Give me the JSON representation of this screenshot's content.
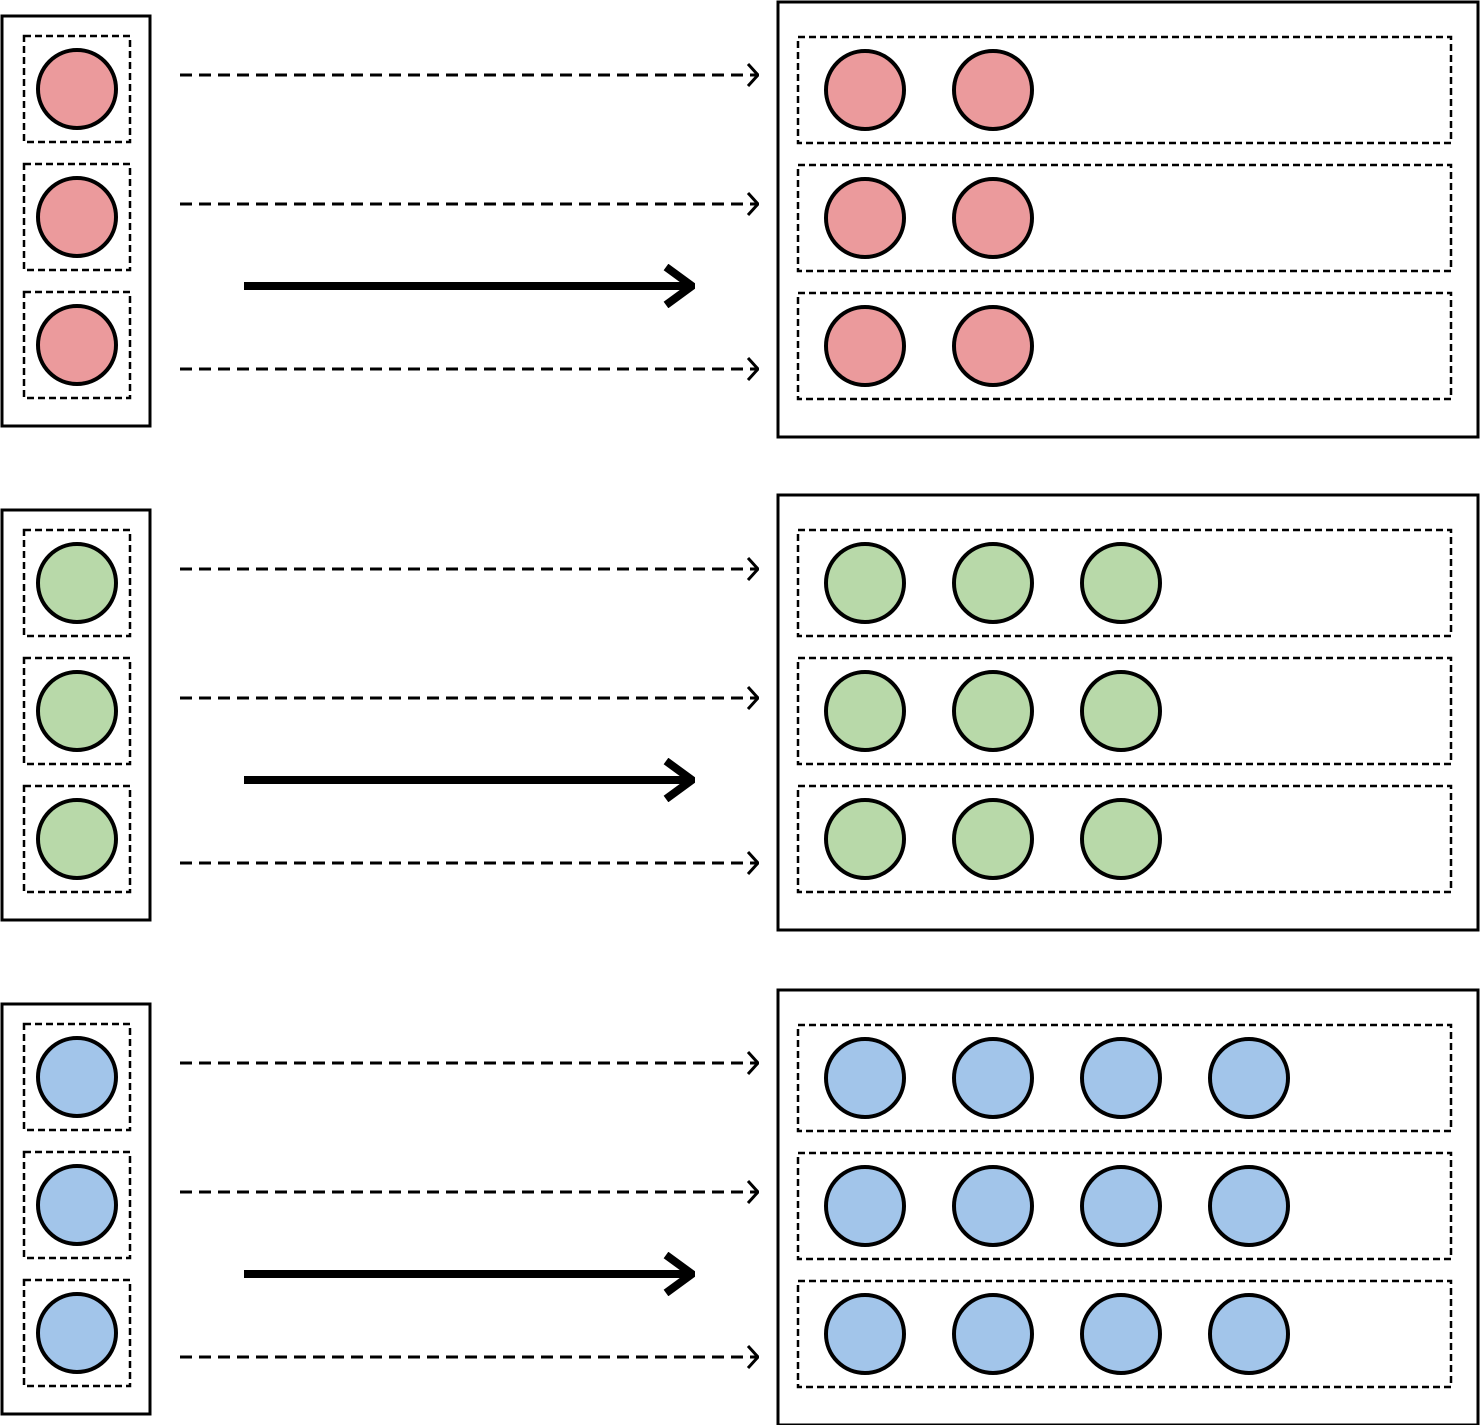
{
  "colors": {
    "stroke": "#000000",
    "background": "#ffffff"
  },
  "groups": [
    {
      "name": "red",
      "fill": "#eb9a9c",
      "rows": 3,
      "expanded_count": 2
    },
    {
      "name": "green",
      "fill": "#b8d9a9",
      "rows": 3,
      "expanded_count": 3
    },
    {
      "name": "blue",
      "fill": "#a2c5ea",
      "rows": 3,
      "expanded_count": 4
    }
  ]
}
